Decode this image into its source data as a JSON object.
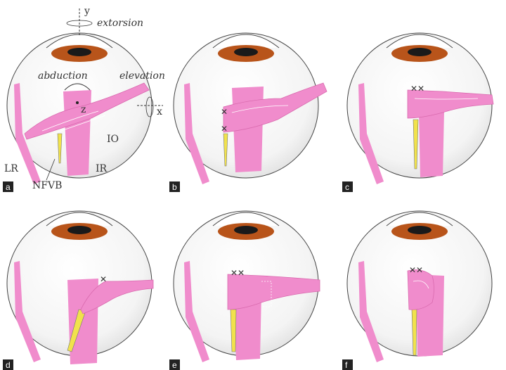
{
  "colors": {
    "muscle": "#f08ccc",
    "muscle_stroke": "#d96aae",
    "cornea_iris": "#b8541a",
    "pupil": "#1a1a1a",
    "nerve": "#f1e24c",
    "eye_stroke": "#444444",
    "label_box": "#222222"
  },
  "labels": {
    "axis_y": "y",
    "axis_x": "x",
    "axis_z": "z",
    "extorsion": "extorsion",
    "abduction": "abduction",
    "elevation": "elevation",
    "io": "IO",
    "lr": "LR",
    "ir": "IR",
    "nfvb": "NFVB"
  },
  "panels": [
    {
      "letter": "a"
    },
    {
      "letter": "b"
    },
    {
      "letter": "c"
    },
    {
      "letter": "d"
    },
    {
      "letter": "e"
    },
    {
      "letter": "f"
    }
  ]
}
